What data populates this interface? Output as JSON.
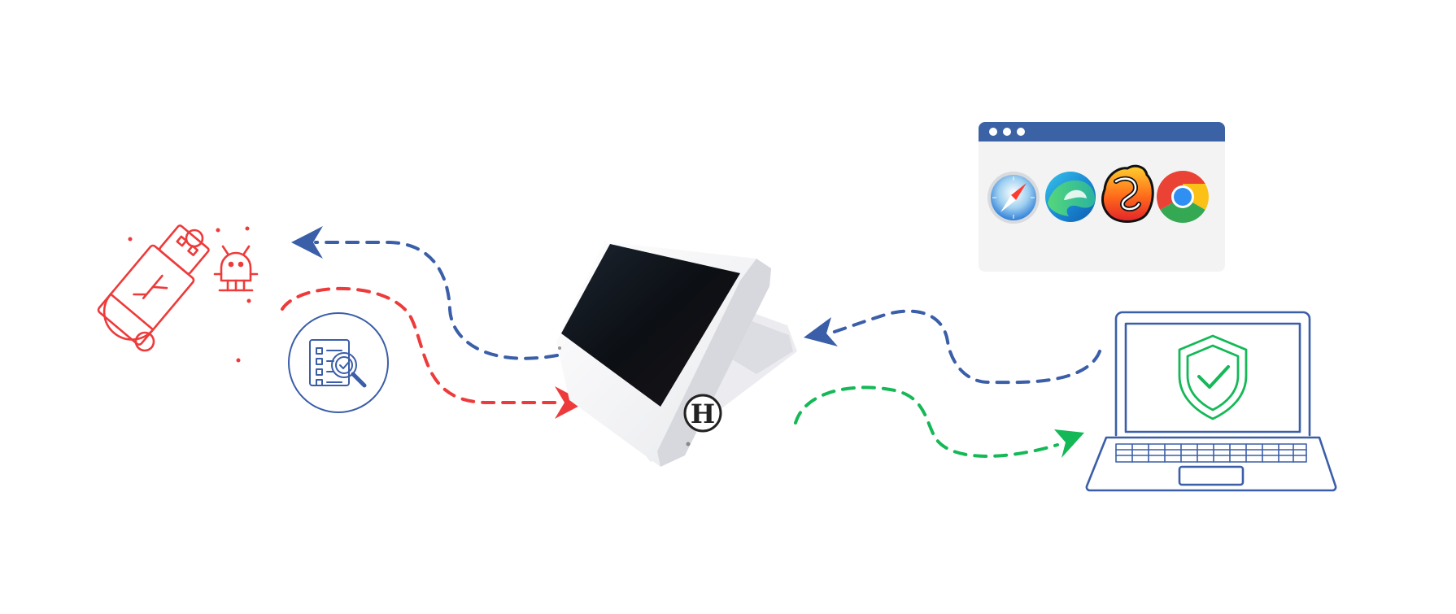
{
  "diagram": {
    "nodes": {
      "usb_threat": {
        "icon": "infected-usb-drive-icon"
      },
      "scan_report": {
        "icon": "checklist-magnifier-icon"
      },
      "kiosk": {
        "icon": "tablet-kiosk-device-icon",
        "logo_text": "H"
      },
      "browser": {
        "icon": "browser-window-icon",
        "apps": [
          "safari-icon",
          "edge-icon",
          "brave-icon",
          "chrome-icon"
        ]
      },
      "laptop": {
        "icon": "laptop-shield-check-icon"
      }
    },
    "flows": [
      {
        "from": "kiosk",
        "to": "usb_threat",
        "style": "dashed",
        "color": "#3a5ea8"
      },
      {
        "from": "usb_threat",
        "to": "kiosk",
        "style": "dashed",
        "color": "#ee3a3a"
      },
      {
        "from": "laptop",
        "to": "kiosk",
        "style": "dashed",
        "color": "#3a5ea8"
      },
      {
        "from": "kiosk",
        "to": "laptop",
        "style": "dashed",
        "color": "#15b857"
      }
    ],
    "colors": {
      "red": "#ee3a3a",
      "blue": "#3a5ea8",
      "green": "#15b857",
      "browser_bar": "#3c62a6",
      "browser_panel": "#f3f3f4"
    }
  }
}
